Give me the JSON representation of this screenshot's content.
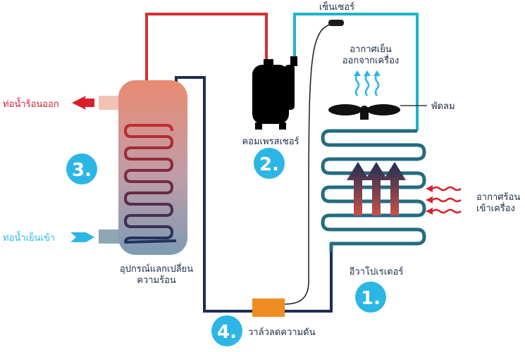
{
  "labels": {
    "sensor": "เซ็นเซอร์",
    "cool_air_line1": "อากาศเย็น",
    "cool_air_line2": "ออกจากเครื่อง",
    "fan": "พัดลม",
    "hot_water_out": "ท่อน้ำร้อนออก",
    "cold_water_in": "ท่อน้ำเย็นเข้า",
    "compressor": "คอมเพรสเซอร์",
    "hot_air_line1": "อากาศร้อน",
    "hot_air_line2": "เข้าเครื่อง",
    "heat_exchanger_line1": "อุปกรณ์แลกเปลี่ยน",
    "heat_exchanger_line2": "ความร้อน",
    "evaporator": "อีวาโปเรเตอร์",
    "expansion_valve": "วาล์วลดความดัน"
  },
  "steps": {
    "one": "1.",
    "two": "2.",
    "three": "3.",
    "four": "4."
  },
  "colors": {
    "hot_pipe": "#d62f33",
    "cool_pipe": "#1fb4cc",
    "low_pressure_pipe": "#1d2d55",
    "coil_pipe": "#236b80",
    "accent_red": "#d81f2a",
    "accent_blue": "#2bb6e6",
    "valve": "#ef8c22",
    "compressor": "#000000"
  }
}
